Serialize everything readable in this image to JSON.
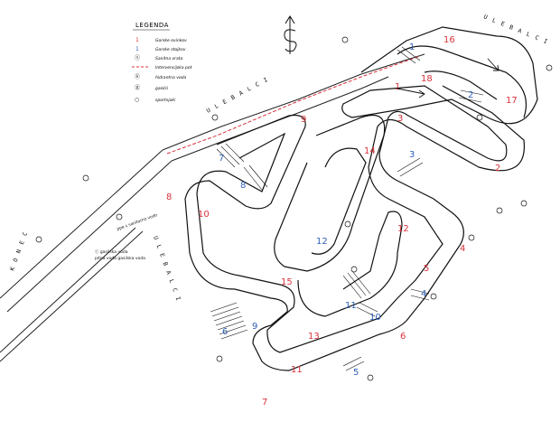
{
  "legend": {
    "title": "LEGENDA",
    "items": [
      {
        "symbol": "1",
        "label": "Gorske ovinkov",
        "color": "#d8323a"
      },
      {
        "symbol": "1",
        "label": "Gorske stojkov",
        "color": "#2f5fb6"
      },
      {
        "symbol": "ⓢ",
        "label": "Sanitna vrata"
      },
      {
        "symbol": "- - -",
        "label": "Intervencijska pot",
        "color": "#d8323a"
      },
      {
        "symbol": "ⓗ",
        "label": "hidrantna voda"
      },
      {
        "symbol": "ⓖ",
        "label": "gasilci"
      },
      {
        "symbol": "○",
        "label": "sportnjaki"
      }
    ]
  },
  "streets": {
    "top_right": "U L E B A L C I",
    "upper": "U L E B A L C I",
    "left": "U L E B A L C I",
    "bottom_left": "K O N E C"
  },
  "corners_red": [
    {
      "label": "1"
    },
    {
      "label": "2"
    },
    {
      "label": "3"
    },
    {
      "label": "4"
    },
    {
      "label": "5"
    },
    {
      "label": "6"
    },
    {
      "label": "7"
    },
    {
      "label": "8"
    },
    {
      "label": "9"
    },
    {
      "label": "10"
    },
    {
      "label": "11"
    },
    {
      "label": "12"
    },
    {
      "label": "13"
    },
    {
      "label": "14"
    },
    {
      "label": "15"
    },
    {
      "label": "16"
    },
    {
      "label": "17"
    },
    {
      "label": "18"
    }
  ],
  "stands_blue": [
    {
      "label": "1"
    },
    {
      "label": "2"
    },
    {
      "label": "3"
    },
    {
      "label": "4"
    },
    {
      "label": "5"
    },
    {
      "label": "6"
    },
    {
      "label": "7"
    },
    {
      "label": "8"
    },
    {
      "label": "9"
    },
    {
      "label": "10"
    },
    {
      "label": "11"
    },
    {
      "label": "12"
    }
  ],
  "notes": {
    "water": "ⓒ gasilska voda",
    "water2": "pitna voda gasilska voda",
    "points": "ppe s sanitarno vodo"
  }
}
